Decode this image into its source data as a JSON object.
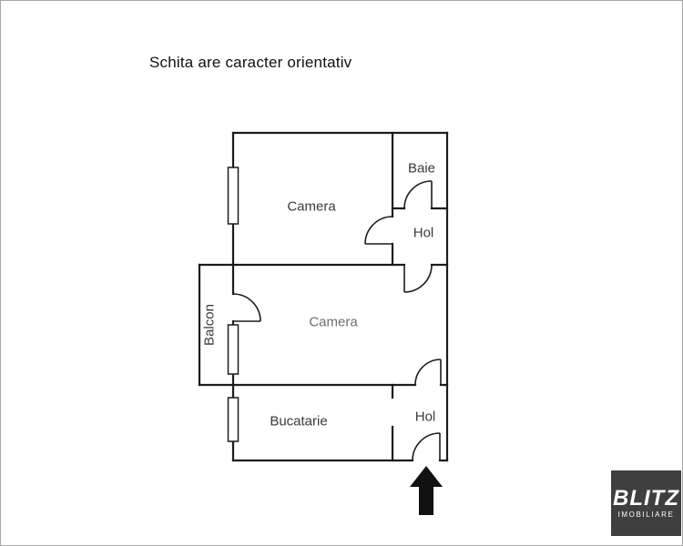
{
  "page": {
    "background": "#ffffff",
    "border_color": "#a8a8a8"
  },
  "disclaimer": "Schita are caracter orientativ",
  "rooms": {
    "camera_top": "Camera",
    "baie": "Baie",
    "hol_top": "Hol",
    "camera_middle": "Camera",
    "balcon": "Balcon",
    "bucatarie": "Bucatarie",
    "hol_bottom": "Hol"
  },
  "plan": {
    "wall_color": "#1c1c1c",
    "label_color": "#3a3a3a",
    "entrance_arrow_color": "#111111",
    "entrance_arrow_icon": "up-arrow"
  },
  "logo": {
    "line1": "BLITZ",
    "line2": "IMOBILIARE",
    "background": "#3f3f3f",
    "text_color": "#ffffff"
  }
}
